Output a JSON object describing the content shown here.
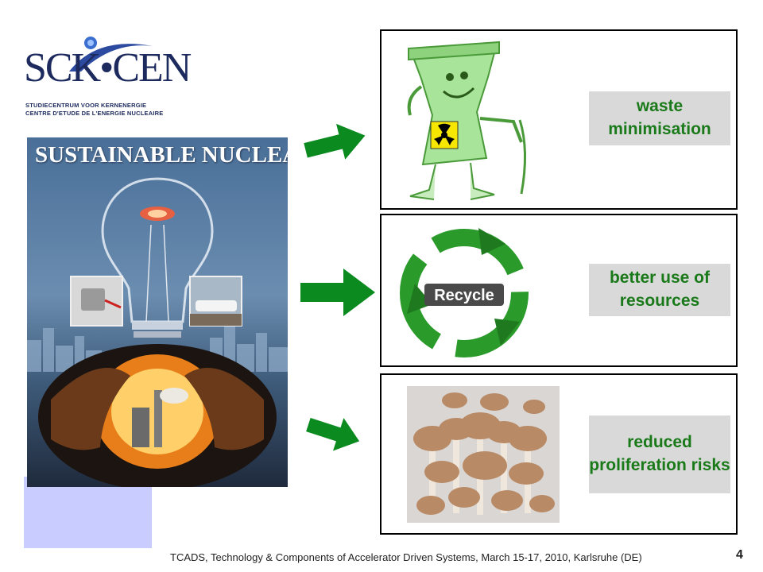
{
  "logo": {
    "word": "SCK•CEN",
    "line1": "STUDIECENTRUM VOOR KERNENERGIE",
    "line2": "CENTRE D'ETUDE DE L'ENERGIE NUCLEAIRE"
  },
  "poster": {
    "title": "SUSTAINABLE NUCLEAR POWER"
  },
  "panels": [
    {
      "label": "waste minimisation",
      "image": "radioactive-waste-bin-mascot"
    },
    {
      "label": "better use of resources",
      "image": "recycle-symbol",
      "image_text": "Recycle"
    },
    {
      "label": "reduced proliferation risks",
      "image": "mushrooms-photo"
    }
  ],
  "footer": {
    "text": "TCADS, Technology & Components of Accelerator Driven Systems, March 15-17, 2010, Karlsruhe (DE)",
    "page": "4"
  },
  "colors": {
    "arrow": "#0a8a1f",
    "label_text": "#1a7a1a",
    "label_bg": "#d9d9d9",
    "logo": "#1d2a5e"
  }
}
